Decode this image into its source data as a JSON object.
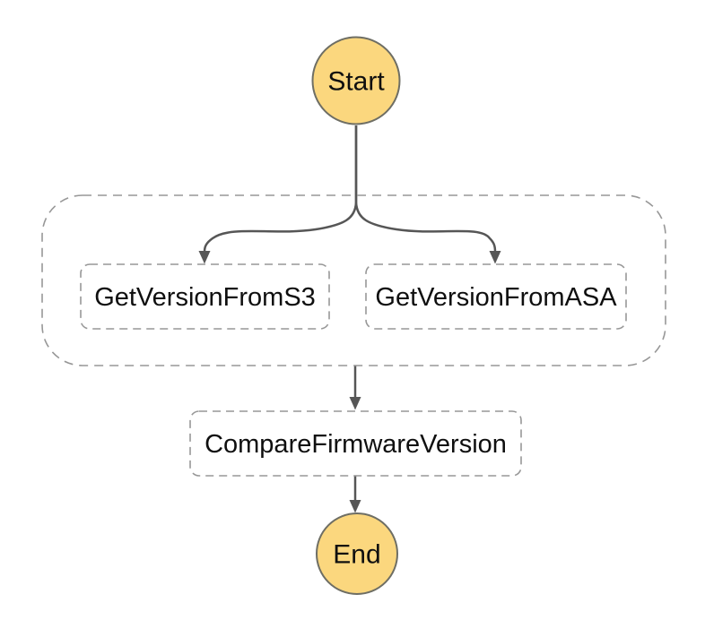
{
  "graph": {
    "type": "state-machine-flow",
    "start": {
      "label": "Start"
    },
    "end": {
      "label": "End"
    },
    "parallel": {
      "branches": [
        {
          "label": "GetVersionFromS3"
        },
        {
          "label": "GetVersionFromASA"
        }
      ]
    },
    "tasks": {
      "compare": {
        "label": "CompareFirmwareVersion"
      }
    },
    "edges": [
      {
        "from": "Start",
        "to": "GetVersionFromS3"
      },
      {
        "from": "Start",
        "to": "GetVersionFromASA"
      },
      {
        "from": "ParallelGroup",
        "to": "CompareFirmwareVersion"
      },
      {
        "from": "CompareFirmwareVersion",
        "to": "End"
      }
    ],
    "colors": {
      "terminal_fill": "#FBD77E",
      "terminal_stroke": "#6E6E64",
      "connector": "#565656",
      "dashed_border": "#979797",
      "label_text": "#0F0F0F",
      "background": "#FFFFFF"
    }
  }
}
